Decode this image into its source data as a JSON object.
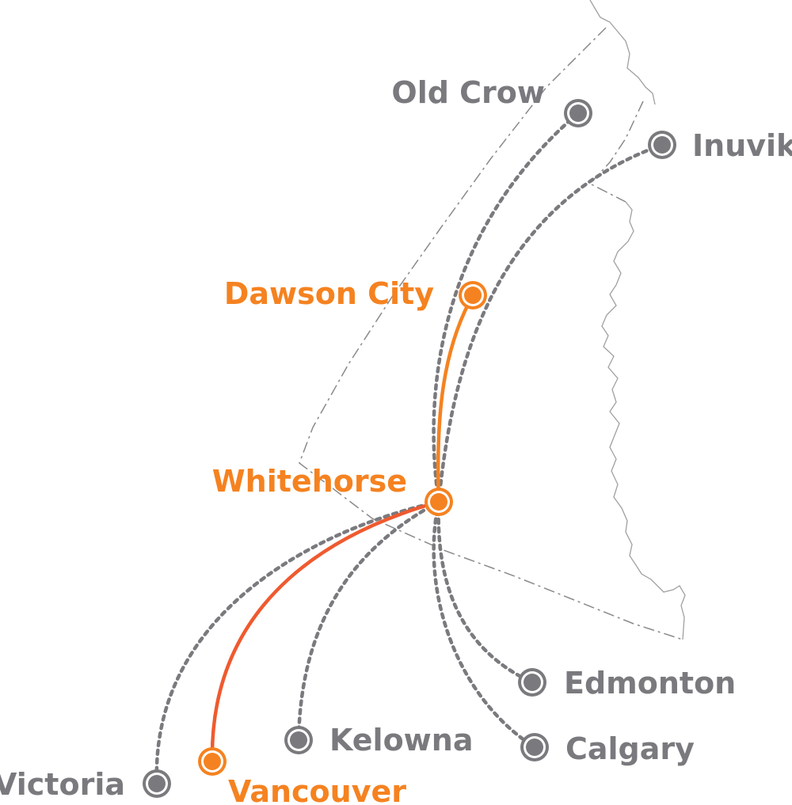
{
  "colors": {
    "hub": "#F58220",
    "hub_label": "#F58220",
    "destination": "#7A7A7E",
    "destination_label": "#7A7A7E",
    "dashed_route": "#7A7A7E",
    "vancouver_route": "#EF5A2F",
    "dawson_route": "#F58220",
    "border": "#9C9C9C",
    "territory_boundary": "#8A8A8A"
  },
  "cities": [
    {
      "id": "old-crow",
      "name": "Old Crow",
      "highlight": false
    },
    {
      "id": "inuvik",
      "name": "Inuvik",
      "highlight": false
    },
    {
      "id": "dawson-city",
      "name": "Dawson City",
      "highlight": true
    },
    {
      "id": "whitehorse",
      "name": "Whitehorse",
      "highlight": true
    },
    {
      "id": "edmonton",
      "name": "Edmonton",
      "highlight": false
    },
    {
      "id": "kelowna",
      "name": "Kelowna",
      "highlight": false
    },
    {
      "id": "calgary",
      "name": "Calgary",
      "highlight": false
    },
    {
      "id": "victoria",
      "name": "Victoria",
      "highlight": false
    },
    {
      "id": "vancouver",
      "name": "Vancouver",
      "highlight": true
    }
  ],
  "routes": [
    {
      "from": "Whitehorse",
      "to": "Old Crow",
      "style": "dashed"
    },
    {
      "from": "Whitehorse",
      "to": "Inuvik",
      "style": "dashed"
    },
    {
      "from": "Whitehorse",
      "to": "Dawson City",
      "style": "solid"
    },
    {
      "from": "Whitehorse",
      "to": "Victoria",
      "style": "dashed"
    },
    {
      "from": "Whitehorse",
      "to": "Kelowna",
      "style": "dashed"
    },
    {
      "from": "Whitehorse",
      "to": "Edmonton",
      "style": "dashed"
    },
    {
      "from": "Whitehorse",
      "to": "Calgary",
      "style": "dashed"
    },
    {
      "from": "Whitehorse",
      "to": "Vancouver",
      "style": "solid"
    }
  ]
}
